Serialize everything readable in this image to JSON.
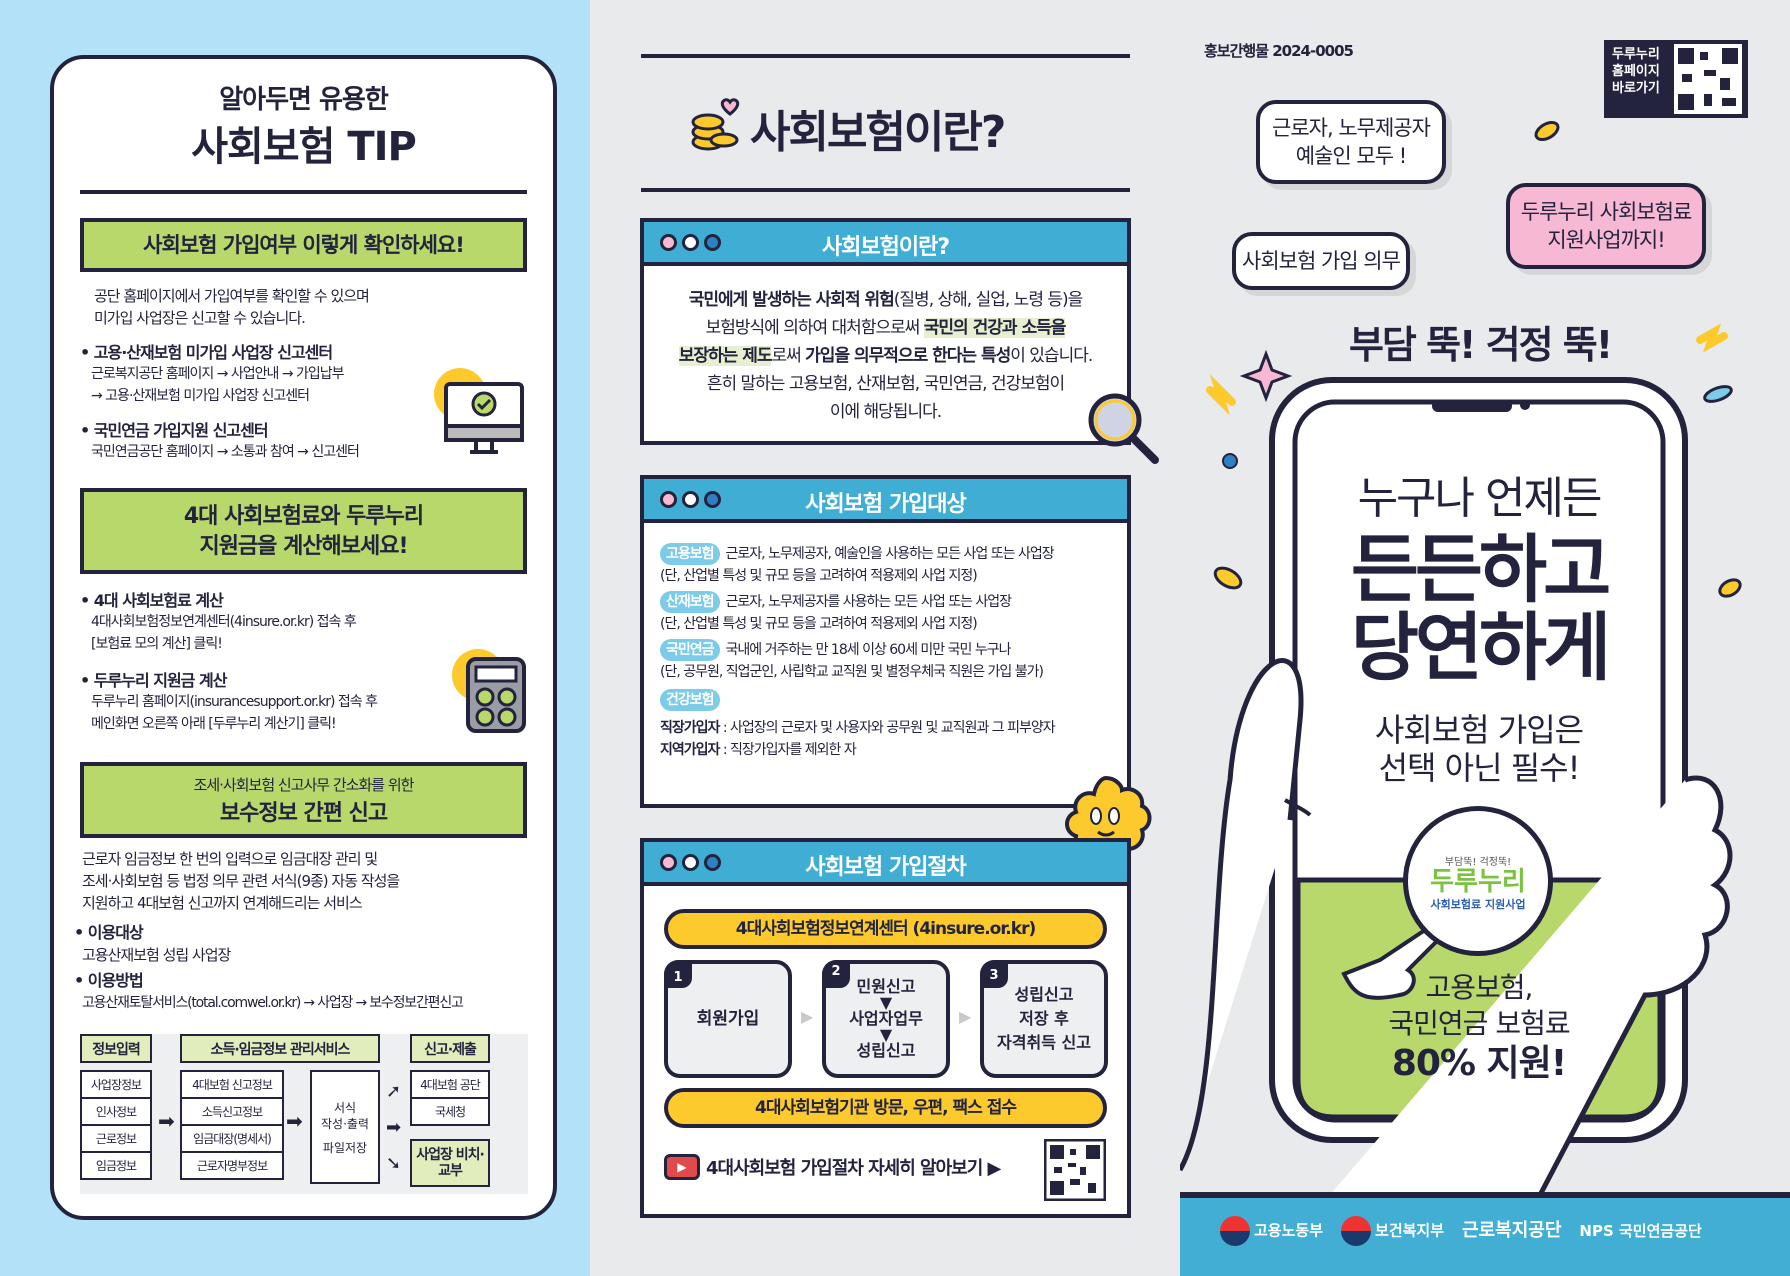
{
  "left": {
    "title_small": "알아두면 유용한",
    "title_big": "사회보험 TIP",
    "section1": {
      "heading": "사회보험 가입여부 이렇게 확인하세요!",
      "intro": [
        "공단 홈페이지에서 가입여부를 확인할 수 있으며",
        "미가입 사업장은 신고할 수 있습니다."
      ],
      "items": [
        {
          "title": "고용·산재보험 미가입 사업장 신고센터",
          "lines": [
            "근로복지공단 홈페이지 → 사업안내 → 가입납부",
            "→ 고용·산재보험 미가입 사업장 신고센터"
          ]
        },
        {
          "title": "국민연금 가입지원 신고센터",
          "lines": [
            "국민연금공단 홈페이지 → 소통과 참여 → 신고센터"
          ]
        }
      ]
    },
    "section2": {
      "heading": [
        "4대 사회보험료와 두루누리",
        "지원금을 계산해보세요!"
      ],
      "items": [
        {
          "title": "4대 사회보험료 계산",
          "lines": [
            "4대사회보험정보연계센터(4insure.or.kr) 접속 후",
            "[보험료 모의 계산] 클릭!"
          ]
        },
        {
          "title": "두루누리 지원금 계산",
          "lines": [
            "두루누리 홈페이지(insurancesupport.or.kr) 접속 후",
            "메인화면 오른쪽 아래 [두루누리 계산기] 클릭!"
          ]
        }
      ]
    },
    "section3": {
      "heading_small": "조세·사회보험 신고사무 간소화를 위한",
      "heading": "보수정보 간편 신고",
      "intro": [
        "근로자 임금정보 한 번의 입력으로 임금대장 관리 및",
        "조세·사회보험 등 법정 의무 관련 서식(9종) 자동 작성을",
        "지원하고 4대보험 신고까지 연계해드리는 서비스"
      ],
      "items": [
        {
          "title": "이용대상",
          "lines": [
            "고용산재보험 성립 사업장"
          ]
        },
        {
          "title": "이용방법",
          "lines": [
            "고용산재토탈서비스(total.comwel.or.kr) → 사업장 → 보수정보간편신고"
          ]
        }
      ]
    },
    "flow": {
      "col1_head": "정보입력",
      "col1": [
        "사업장정보",
        "인사정보",
        "근로정보",
        "임금정보"
      ],
      "col2_head": "소득·임금정보 관리서비스",
      "col2": [
        "4대보험 신고정보",
        "소득신고정보",
        "임금대장(명세서)",
        "근로자명부정보"
      ],
      "col3": [
        "서식",
        "작성·출력",
        "파일저장"
      ],
      "col4_head": "신고·제출",
      "col4": [
        "4대보험 공단",
        "국세청"
      ],
      "col4_last": "사업장 비치·교부"
    }
  },
  "middle": {
    "title": "사회보험이란?",
    "box1": {
      "title": "사회보험이란?",
      "lines": [
        [
          "국민에게 발생하는 사회적 위험",
          "(질병, 상해, 실업, 노령 등)을"
        ],
        [
          "보험방식에 의하여 대처함으로써 ",
          "국민의 건강과 소득을"
        ],
        [
          "보장하는 제도",
          "로써 ",
          "가입을 의무적으로 한다는 특성",
          "이 있습니다."
        ],
        [
          "흔히 말하는 고용보험, 산재보험, 국민연금, 건강보험이"
        ],
        [
          "이에 해당됩니다."
        ]
      ]
    },
    "box2": {
      "title": "사회보험 가입대상",
      "items": [
        {
          "tag": "고용보험",
          "text": "근로자, 노무제공자, 예술인을 사용하는 모든 사업 또는 사업장",
          "note": "(단, 산업별 특성 및 규모 등을 고려하여 적용제외 사업 지정)"
        },
        {
          "tag": "산재보험",
          "text": "근로자, 노무제공자를 사용하는 모든 사업 또는 사업장",
          "note": "(단, 산업별 특성 및 규모 등을 고려하여 적용제외 사업 지정)"
        },
        {
          "tag": "국민연금",
          "text": "국내에 거주하는 만 18세 이상 60세 미만 국민 누구나",
          "note": "(단, 공무원, 직업군인, 사립학교 교직원 및 별정우체국 직원은 가입 불가)"
        },
        {
          "tag": "건강보험",
          "text": "",
          "note": ""
        }
      ],
      "health": [
        {
          "k": "직장가입자",
          "v": " : 사업장의 근로자 및 사용자와 공무원 및 교직원과 그 피부양자"
        },
        {
          "k": "지역가입자",
          "v": " : 직장가입자를 제외한 자"
        }
      ]
    },
    "box3": {
      "title": "사회보험 가입절차",
      "top_bar": "4대사회보험정보연계센터 (4insure.or.kr)",
      "steps": [
        {
          "n": "1",
          "lines": [
            "회원가입"
          ]
        },
        {
          "n": "2",
          "lines": [
            "민원신고",
            "▼",
            "사업자업무",
            "▼",
            "성립신고"
          ]
        },
        {
          "n": "3",
          "lines": [
            "성립신고",
            "저장 후",
            "자격취득 신고"
          ]
        }
      ],
      "bottom_bar": "4대사회보험기관 방문, 우편, 팩스 접수",
      "video_link": "4대사회보험 가입절차 자세히 알아보기 ▶"
    }
  },
  "right": {
    "pub_no": "홍보간행물 2024-0005",
    "qr_label": [
      "두루누리",
      "홈페이지",
      "바로가기"
    ],
    "bubbles": {
      "b1": [
        "근로자, 노무제공자",
        "예술인 모두 !"
      ],
      "b2": "사회보험 가입 의무",
      "b3": [
        "두루누리 사회보험료",
        "지원사업까지!"
      ]
    },
    "slogan": "부담 뚝! 걱정 뚝!",
    "phone": {
      "l1": "누구나 언제든",
      "l2": "든든하고",
      "l3": "당연하게",
      "l4": "사회보험 가입은",
      "l5": "선택 아닌 필수!",
      "logo_small": "부담뚝! 걱정뚝!",
      "logo_name": "두루누리",
      "logo_sub": "사회보험료 지원사업",
      "g1": "고용보험,",
      "g2": "국민연금 보험료",
      "g3": "80% 지원!"
    },
    "footer": [
      "고용노동부",
      "보건복지부",
      "근로복지공단",
      "NPS 국민연금공단"
    ]
  },
  "colors": {
    "navy": "#23233d",
    "green": "#b8d86b",
    "blue": "#3fadd4",
    "yellow": "#fdca2e",
    "pink": "#f7b8d4",
    "sky": "#b3e1f7"
  }
}
